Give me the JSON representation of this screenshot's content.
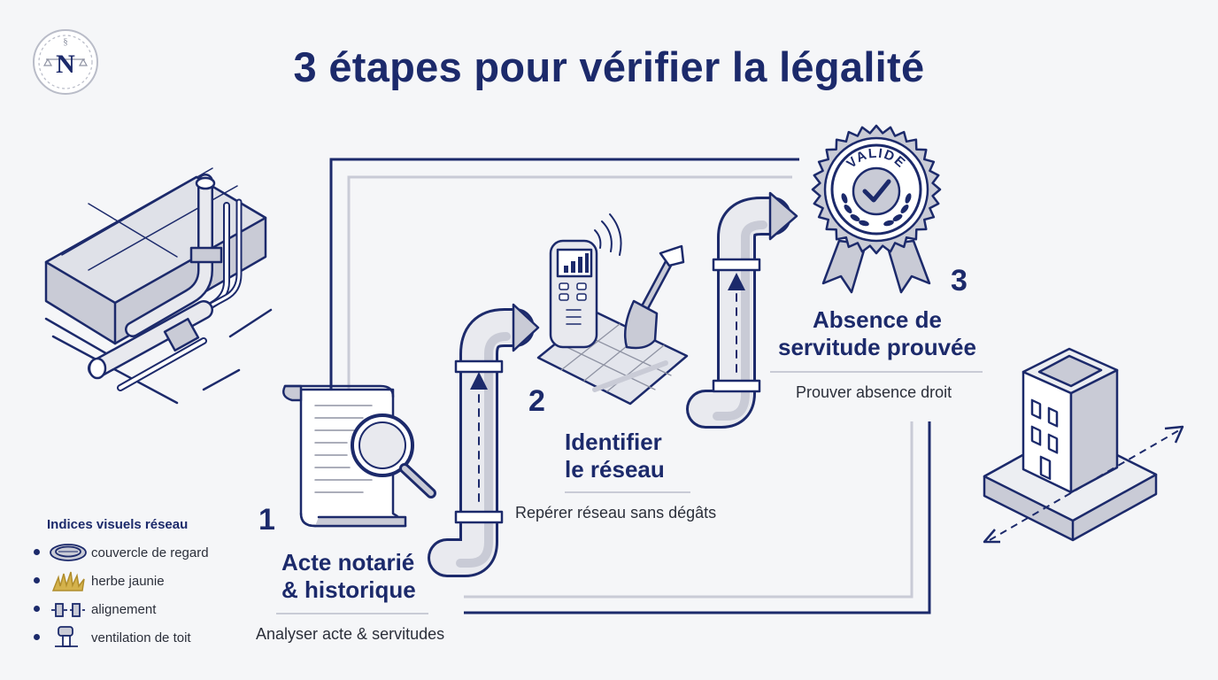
{
  "title": "3 étapes pour vérifier la légalité",
  "logo": {
    "letter": "N",
    "section_symbol": "§",
    "icon": "scales-icon"
  },
  "steps": [
    {
      "number": "1",
      "title_line1": "Acte notarié",
      "title_line2": "& historique",
      "description": "Analyser acte & servitudes",
      "icon": "document-magnifier-icon"
    },
    {
      "number": "2",
      "title_line1": "Identifier",
      "title_line2": "le réseau",
      "description": "Repérer réseau sans dégâts",
      "icon": "detector-shovel-icon"
    },
    {
      "number": "3",
      "title_line1": "Absence de",
      "title_line2": "servitude prouvée",
      "description": "Prouver absence droit",
      "icon": "valide-badge-icon"
    }
  ],
  "badge_text": "VALIDE",
  "legend": {
    "title": "Indices visuels réseau",
    "items": [
      {
        "label": "couvercle de regard",
        "icon": "manhole-cover-icon"
      },
      {
        "label": "herbe jaunie",
        "icon": "yellow-grass-icon"
      },
      {
        "label": "alignement",
        "icon": "alignment-icon"
      },
      {
        "label": "ventilation de toit",
        "icon": "roof-vent-icon"
      }
    ]
  },
  "colors": {
    "navy": "#1c2a6b",
    "grey": "#c9cbd6",
    "background": "#f5f6f8",
    "gold": "#d4b24c"
  }
}
